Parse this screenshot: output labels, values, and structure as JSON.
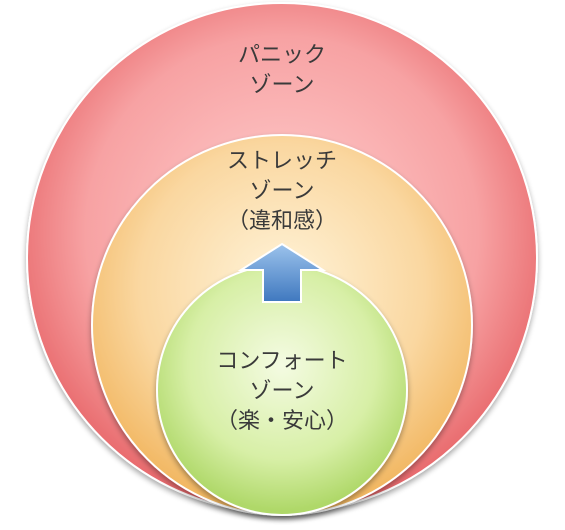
{
  "zones": {
    "panic": {
      "lines": [
        "パニック",
        "ゾーン"
      ],
      "color": "#f39193"
    },
    "stretch": {
      "lines": [
        "ストレッチ",
        "ゾーン",
        "（違和感）"
      ],
      "color": "#f7d493"
    },
    "comfort": {
      "lines": [
        "コンフォート",
        "ゾーン",
        "（楽・安心）"
      ],
      "color": "#c9e98b"
    }
  },
  "arrow": {
    "icon": "up-arrow-icon",
    "color": "#4f86c6"
  }
}
